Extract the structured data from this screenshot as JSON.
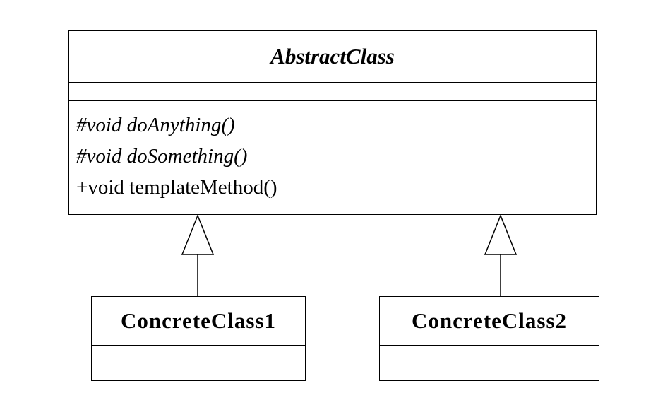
{
  "abstract_class": {
    "name": "AbstractClass",
    "operations": [
      {
        "text": "#void doAnything()",
        "abstract": true
      },
      {
        "text": "#void doSomething()",
        "abstract": true
      },
      {
        "text": "+void templateMethod()",
        "abstract": false
      }
    ]
  },
  "concrete_classes": [
    {
      "name": "ConcreteClass1"
    },
    {
      "name": "ConcreteClass2"
    }
  ],
  "relationships": [
    {
      "type": "generalization",
      "from": "ConcreteClass1",
      "to": "AbstractClass"
    },
    {
      "type": "generalization",
      "from": "ConcreteClass2",
      "to": "AbstractClass"
    }
  ]
}
